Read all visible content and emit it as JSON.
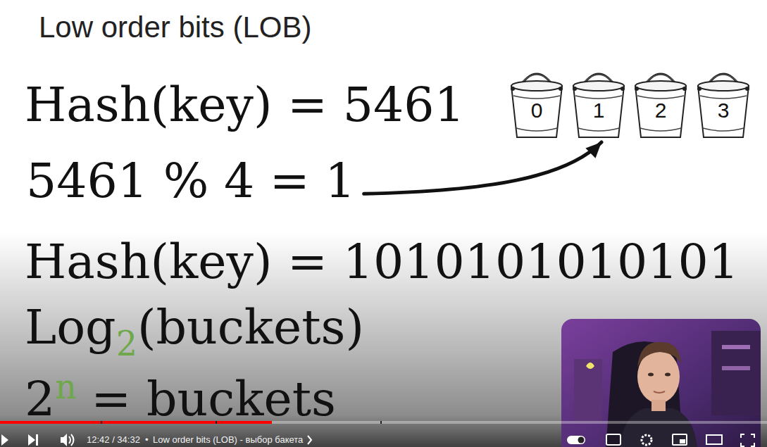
{
  "diagram": {
    "title": "Low order bits (LOB)",
    "nodes": [
      {
        "text": [
          "0"
        ]
      },
      {
        "text": [
          "1"
        ]
      },
      {
        "text": [
          "2"
        ]
      },
      {
        "text": [
          "3"
        ]
      },
      {
        "text": [
          "5461 % 4 = 1"
        ]
      }
    ],
    "edges": [
      {
        "from": 4,
        "to": 1,
        "arrow": "to"
      }
    ],
    "labels": [
      "Hash(key) = 5461",
      "Hash(key) = 1010101010101",
      "Log",
      "2",
      "(buckets)",
      "2",
      "n",
      "= buckets",
      "12:42 / 34:32",
      "•",
      "Low order bits (LOB) - выбор бакета"
    ]
  }
}
